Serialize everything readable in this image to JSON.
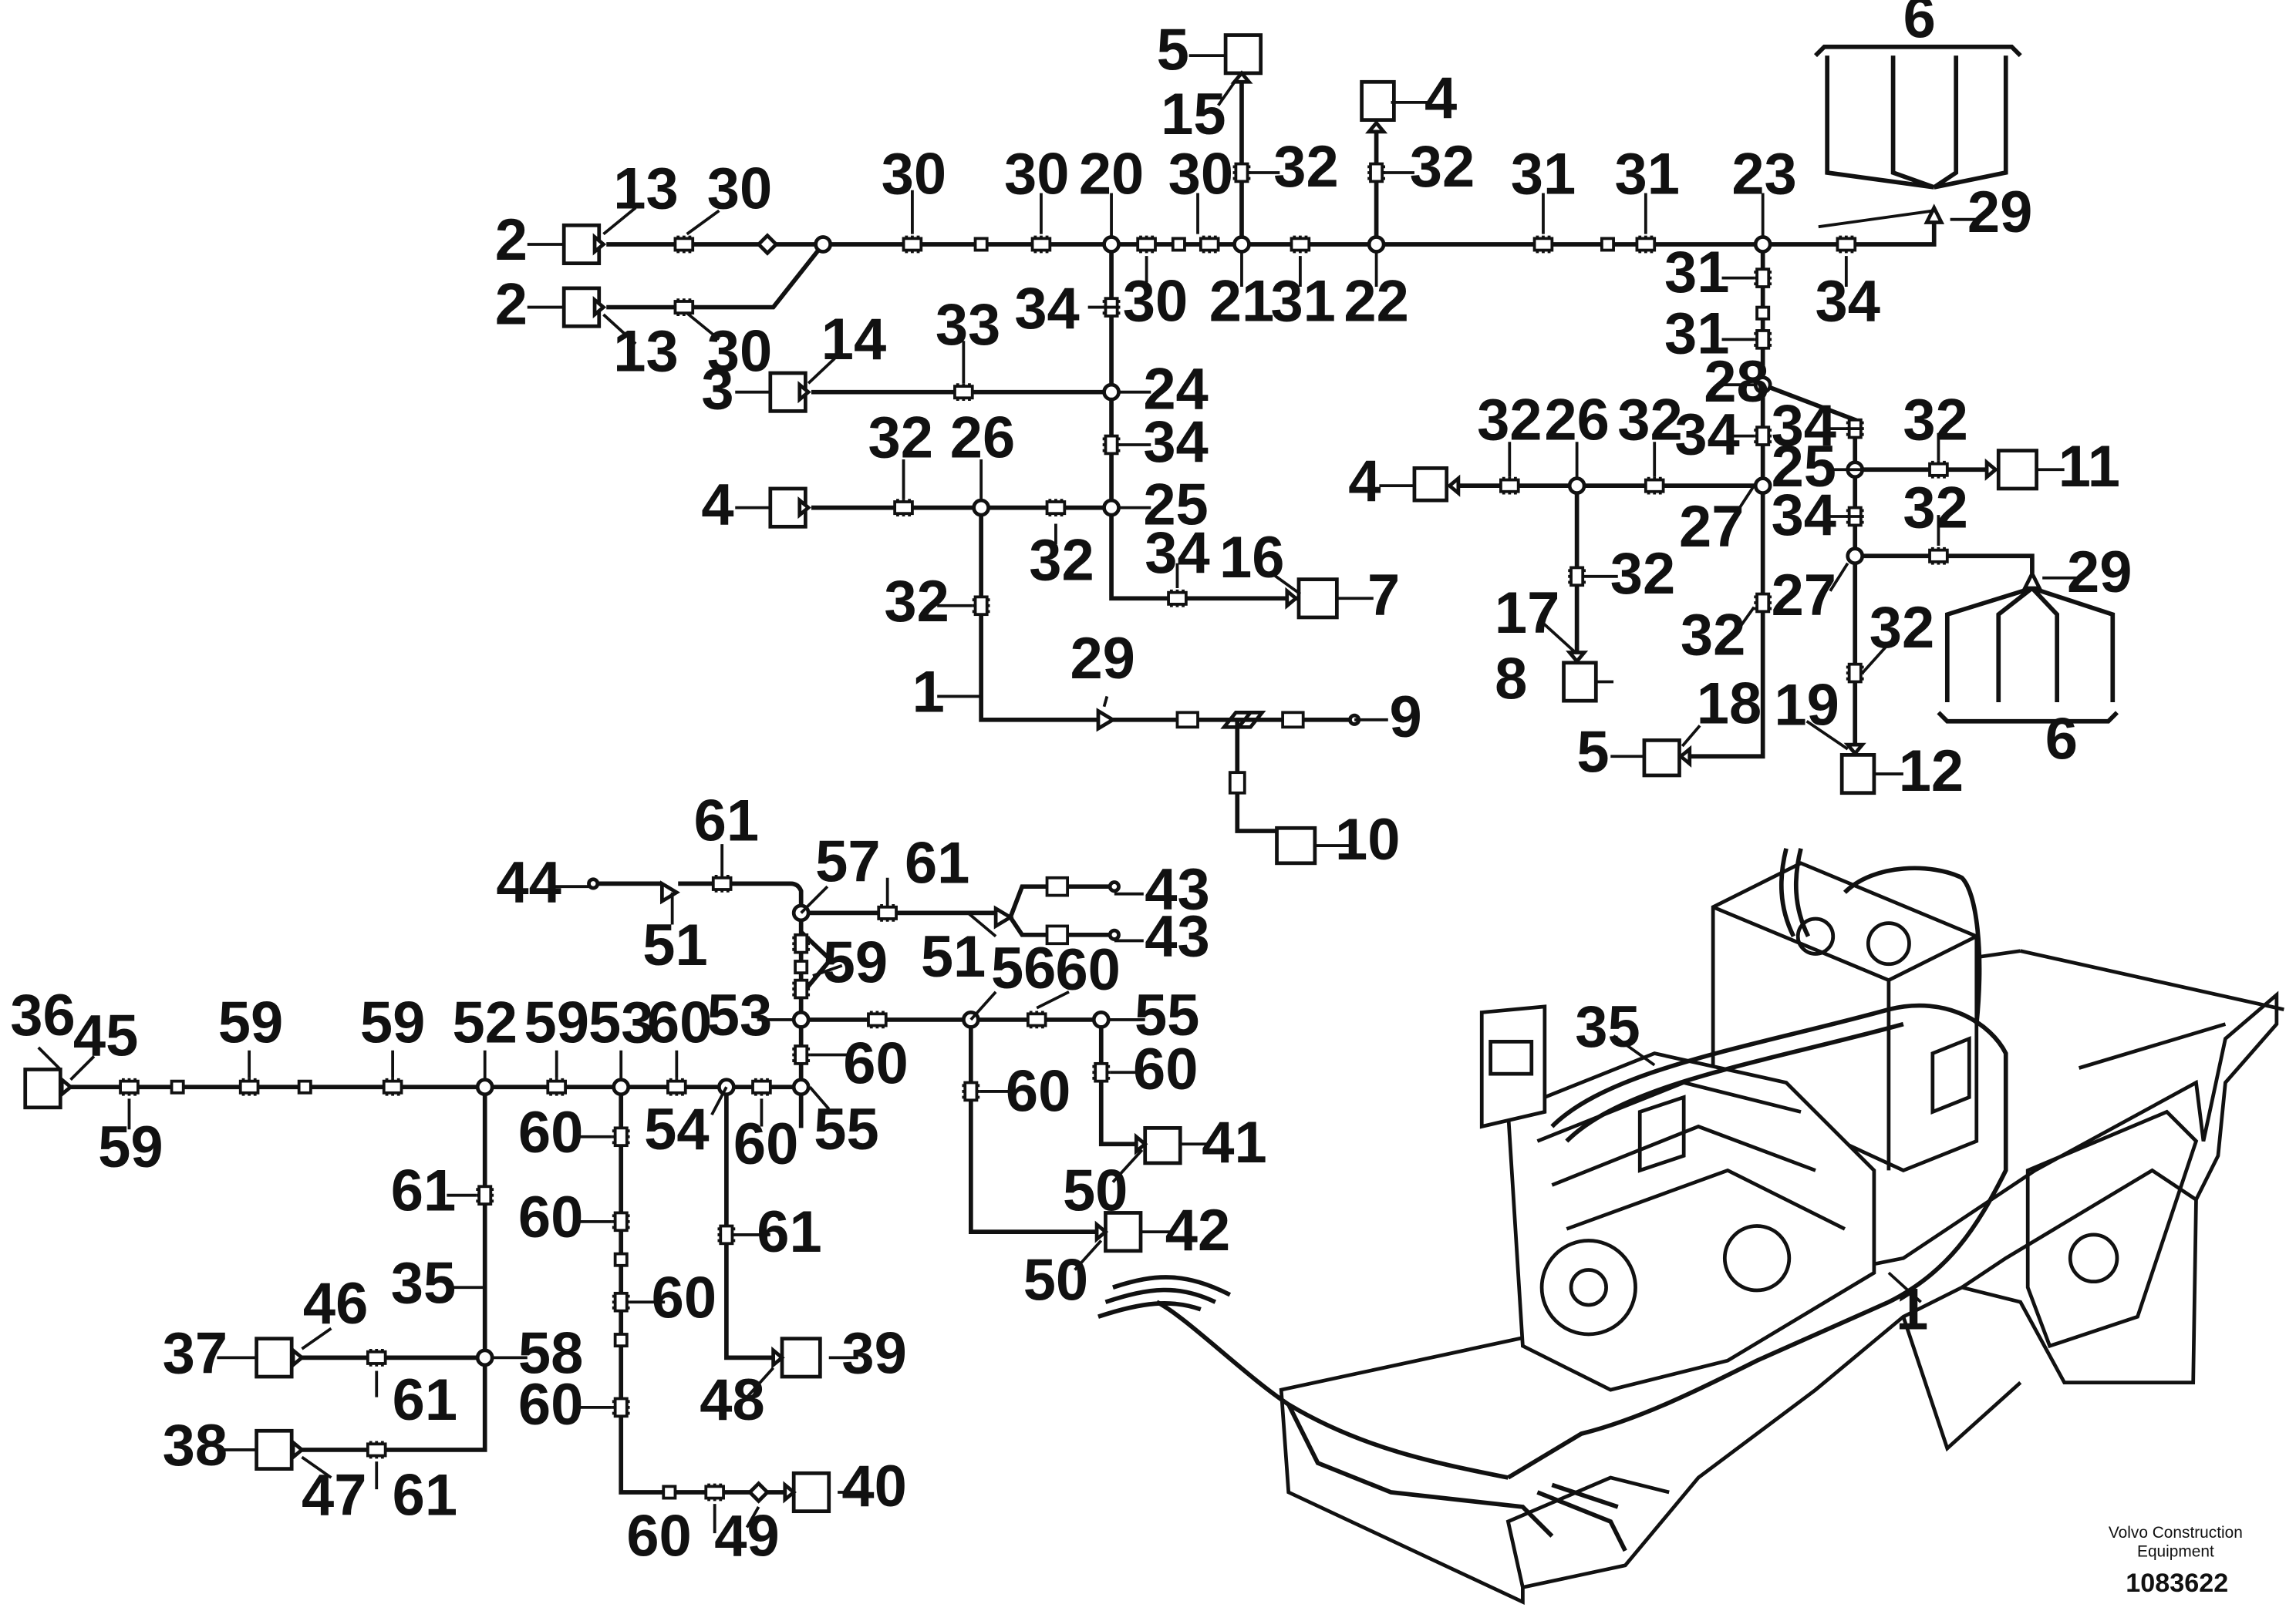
{
  "brand": {
    "line1": "Volvo Construction",
    "line2": "Equipment",
    "figure_number": "1083622"
  },
  "callouts": {
    "c1a": "1",
    "c1b": "1",
    "c2a": "2",
    "c2b": "2",
    "c3": "3",
    "c4a": "4",
    "c4b": "4",
    "c4c": "4",
    "c5a": "5",
    "c5b": "5",
    "c6a": "6",
    "c6b": "6",
    "c7": "7",
    "c8": "8",
    "c9": "9",
    "c10": "10",
    "c11": "11",
    "c12": "12",
    "c13a": "13",
    "c13b": "13",
    "c14": "14",
    "c15": "15",
    "c16": "16",
    "c17": "17",
    "c18": "18",
    "c19": "19",
    "c20": "20",
    "c21": "21",
    "c22": "22",
    "c23": "23",
    "c24": "24",
    "c25a": "25",
    "c25b": "25",
    "c26a": "26",
    "c26b": "26",
    "c27a": "27",
    "c27b": "27",
    "c28": "28",
    "c29a": "29",
    "c29b": "29",
    "c29c": "29",
    "c30a": "30",
    "c30b": "30",
    "c30c": "30",
    "c30d": "30",
    "c30e": "30",
    "c30f": "30",
    "c31a": "31",
    "c31b": "31",
    "c31c": "31",
    "c31d": "31",
    "c31e": "31",
    "c32a": "32",
    "c32b": "32",
    "c32c": "32",
    "c32d": "32",
    "c32e": "32",
    "c32f": "32",
    "c32g": "32",
    "c32h": "32",
    "c32i": "32",
    "c32j": "32",
    "c32k": "32",
    "c32l": "32",
    "c33": "33",
    "c34a": "34",
    "c34b": "34",
    "c34c": "34",
    "c34d": "34",
    "c34e": "34",
    "c34f": "34",
    "c34g": "34",
    "c35a": "35",
    "c35b": "35",
    "c36": "36",
    "c37": "37",
    "c38": "38",
    "c39": "39",
    "c40": "40",
    "c41": "41",
    "c42": "42",
    "c43a": "43",
    "c43b": "43",
    "c44": "44",
    "c45": "45",
    "c46": "46",
    "c47": "47",
    "c48": "48",
    "c49": "49",
    "c50a": "50",
    "c50b": "50",
    "c51a": "51",
    "c51b": "51",
    "c52": "52",
    "c53a": "53",
    "c53b": "53",
    "c54": "54",
    "c55a": "55",
    "c55b": "55",
    "c56": "56",
    "c57": "57",
    "c58": "58",
    "c59a": "59",
    "c59b": "59",
    "c59c": "59",
    "c59d": "59",
    "c59e": "59",
    "c60a": "60",
    "c60b": "60",
    "c60c": "60",
    "c60d": "60",
    "c60e": "60",
    "c60f": "60",
    "c60g": "60",
    "c60h": "60",
    "c60i": "60",
    "c60j": "60",
    "c60k": "60",
    "c61a": "61",
    "c61b": "61",
    "c61c": "61",
    "c61d": "61",
    "c61e": "61",
    "c61f": "61"
  }
}
